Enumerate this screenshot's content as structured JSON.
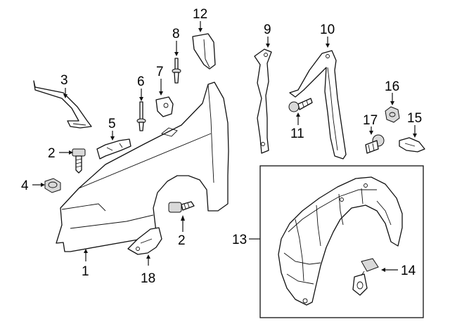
{
  "callouts": [
    {
      "id": "c1",
      "label": "1"
    },
    {
      "id": "c2a",
      "label": "2"
    },
    {
      "id": "c2b",
      "label": "2"
    },
    {
      "id": "c3",
      "label": "3"
    },
    {
      "id": "c4",
      "label": "4"
    },
    {
      "id": "c5",
      "label": "5"
    },
    {
      "id": "c6",
      "label": "6"
    },
    {
      "id": "c7",
      "label": "7"
    },
    {
      "id": "c8",
      "label": "8"
    },
    {
      "id": "c9",
      "label": "9"
    },
    {
      "id": "c10",
      "label": "10"
    },
    {
      "id": "c11",
      "label": "11"
    },
    {
      "id": "c12",
      "label": "12"
    },
    {
      "id": "c13",
      "label": "13"
    },
    {
      "id": "c14",
      "label": "14"
    },
    {
      "id": "c15",
      "label": "15"
    },
    {
      "id": "c16",
      "label": "16"
    },
    {
      "id": "c17",
      "label": "17"
    },
    {
      "id": "c18",
      "label": "18"
    }
  ],
  "colors": {
    "line": "#111111",
    "background": "#ffffff",
    "shade": "#d9d9d9"
  }
}
